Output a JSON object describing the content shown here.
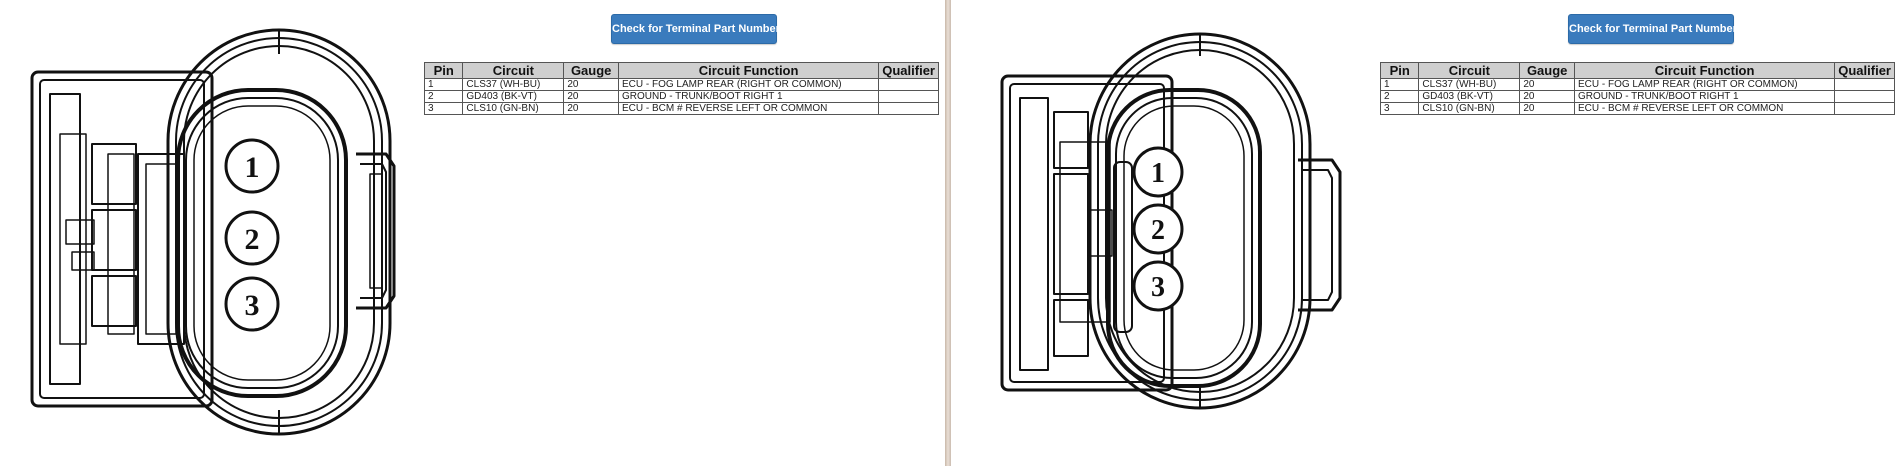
{
  "left": {
    "button_label": "Check for Terminal Part Numbers",
    "table": {
      "headers": [
        "Pin",
        "Circuit",
        "Gauge",
        "Circuit Function",
        "Qualifier"
      ],
      "rows": [
        [
          "1",
          "CLS37 (WH-BU)",
          "20",
          "ECU - FOG LAMP REAR (RIGHT OR COMMON)",
          ""
        ],
        [
          "2",
          "GD403 (BK-VT)",
          "20",
          "GROUND - TRUNK/BOOT RIGHT 1",
          ""
        ],
        [
          "3",
          "CLS10 (GN-BN)",
          "20",
          "ECU - BCM # REVERSE LEFT OR COMMON",
          ""
        ]
      ]
    },
    "pins": [
      "1",
      "2",
      "3"
    ]
  },
  "right": {
    "button_label": "Check for Terminal Part Numbers",
    "table": {
      "headers": [
        "Pin",
        "Circuit",
        "Gauge",
        "Circuit Function",
        "Qualifier"
      ],
      "rows": [
        [
          "1",
          "CLS37 (WH-BU)",
          "20",
          "ECU - FOG LAMP REAR (RIGHT OR COMMON)",
          ""
        ],
        [
          "2",
          "GD403 (BK-VT)",
          "20",
          "GROUND - TRUNK/BOOT RIGHT 1",
          ""
        ],
        [
          "3",
          "CLS10 (GN-BN)",
          "20",
          "ECU - BCM # REVERSE LEFT OR COMMON",
          ""
        ]
      ]
    },
    "pins": [
      "1",
      "2",
      "3"
    ]
  }
}
